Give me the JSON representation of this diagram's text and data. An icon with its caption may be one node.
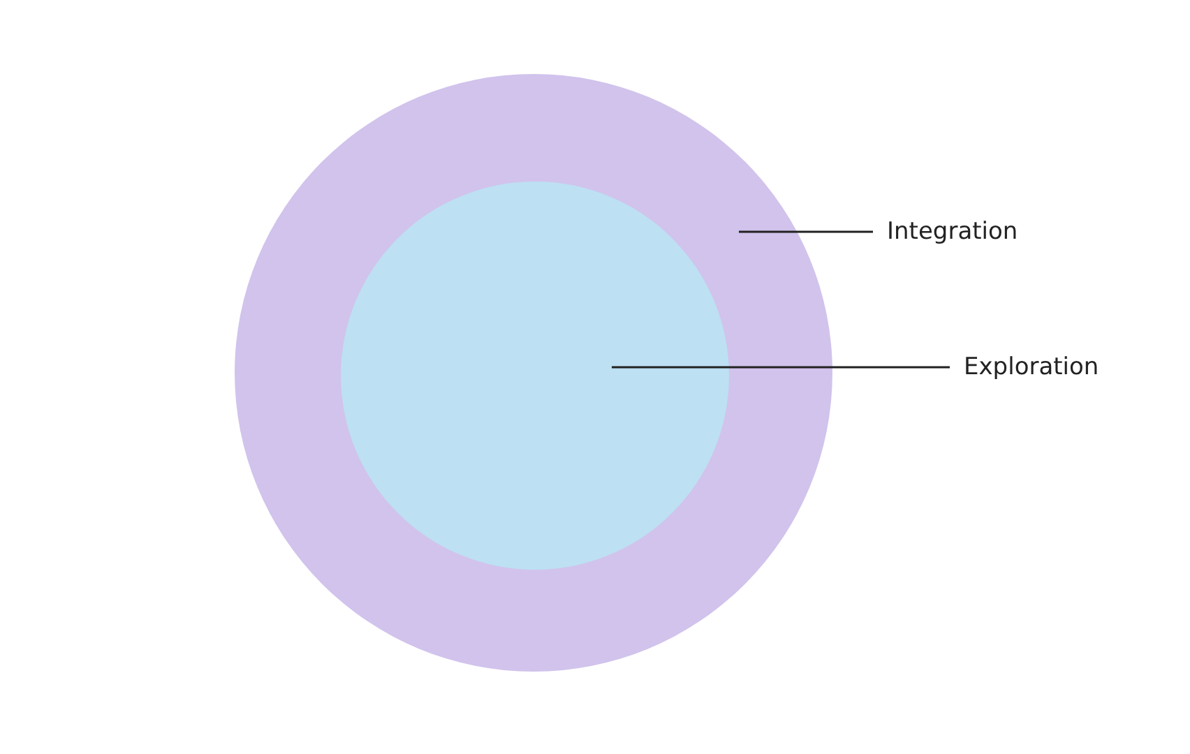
{
  "diagram": {
    "nodes": [
      {
        "text": [],
        "shape": "circle"
      },
      {
        "text": [],
        "shape": "circle",
        "in": 0
      },
      {
        "text": [
          "Integration"
        ]
      },
      {
        "text": [
          "Exploration"
        ]
      }
    ],
    "edges": [
      {
        "from": 2,
        "to": 0,
        "arrow": "none"
      },
      {
        "from": 3,
        "to": 1,
        "arrow": "none"
      }
    ]
  }
}
